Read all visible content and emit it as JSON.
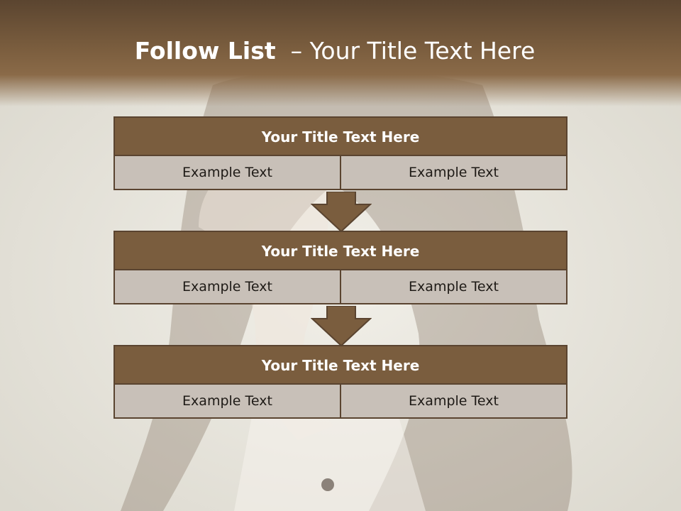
{
  "slide": {
    "title_bold": "Follow List",
    "title_rest": "– Your Title Text Here",
    "colors": {
      "header_brown": "#7a5d3e",
      "cell_bg": "#c8c0b8",
      "border": "#5a4430"
    },
    "blocks": [
      {
        "title": "Your Title Text Here",
        "left": "Example Text",
        "right": "Example Text"
      },
      {
        "title": "Your Title Text Here",
        "left": "Example Text",
        "right": "Example Text"
      },
      {
        "title": "Your Title Text Here",
        "left": "Example Text",
        "right": "Example Text"
      }
    ]
  }
}
